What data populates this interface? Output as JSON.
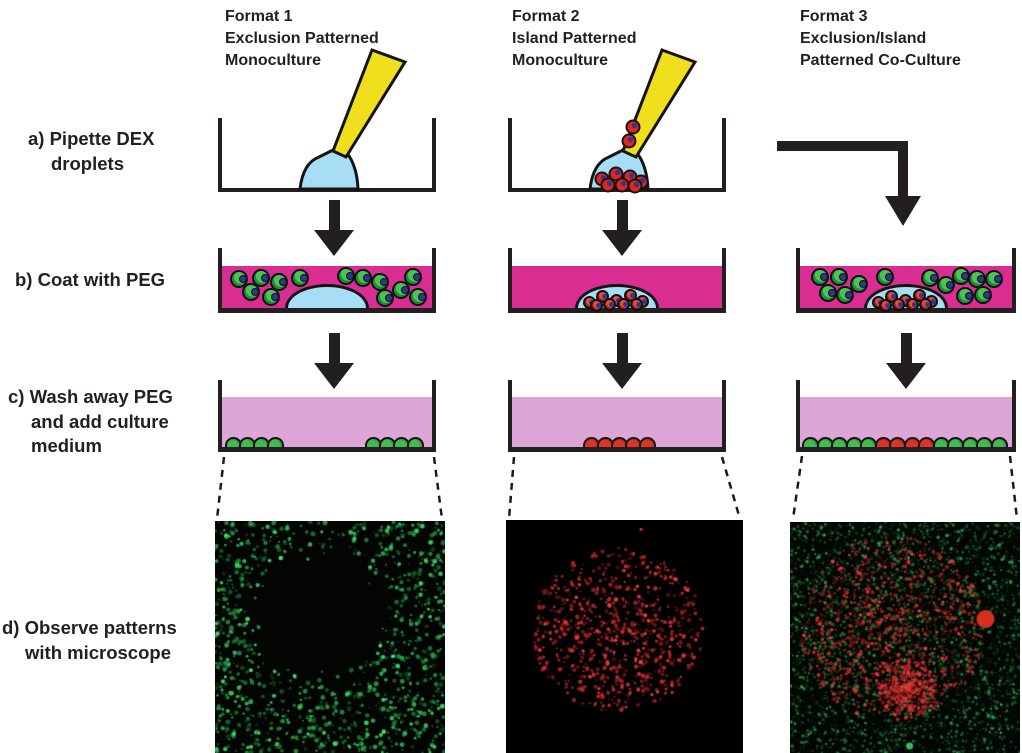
{
  "columns": [
    {
      "id": "format1",
      "title_lines": [
        "Format 1",
        "Exclusion Patterned",
        "Monoculture"
      ]
    },
    {
      "id": "format2",
      "title_lines": [
        "Format 2",
        "Island Patterned",
        "Monoculture"
      ]
    },
    {
      "id": "format3",
      "title_lines": [
        "Format 3",
        "Exclusion/Island",
        "Patterned Co-Culture"
      ]
    }
  ],
  "steps": [
    {
      "id": "a",
      "label_lines": [
        "a) Pipette DEX",
        "droplets"
      ]
    },
    {
      "id": "b",
      "label_lines": [
        "b) Coat with PEG"
      ]
    },
    {
      "id": "c",
      "label_lines": [
        "c) Wash away PEG",
        "and add culture",
        "medium"
      ]
    },
    {
      "id": "d",
      "label_lines": [
        "d) Observe patterns",
        "with microscope"
      ]
    }
  ],
  "colors": {
    "peg_magenta": "#DA2D92",
    "culture_medium_pink": "#DCA7D6",
    "dex_droplet_blue": "#A8DEF5",
    "pipette_yellow": "#EFDF1D",
    "cell_green": "#41B649",
    "cell_red": "#E2261D",
    "nucleus_navy": "#2B3990",
    "line_black": "#231F20",
    "micrograph_green": "#2BB557",
    "micrograph_red": "#D92B2B",
    "micrograph_background": "#000000"
  },
  "illustrations": {
    "row_a": [
      {
        "pipette": "dex-only",
        "droplet": "clear-dex"
      },
      {
        "pipette": "dex-with-red-cells",
        "droplet": "dex-with-red-cells"
      },
      {
        "elbow_arrow": "repeat-format-2-droplet"
      }
    ],
    "row_b": [
      {
        "green_cells": true,
        "dome_cells": "none"
      },
      {
        "green_cells": false,
        "dome_cells": "red"
      },
      {
        "green_cells": true,
        "dome_cells": "red"
      }
    ],
    "row_c": [
      "green-edges",
      "red-center",
      "green-edges-red-center"
    ],
    "row_d": [
      "green-field-central-void",
      "central-red-cluster",
      "green-field-central-red-cluster"
    ]
  }
}
